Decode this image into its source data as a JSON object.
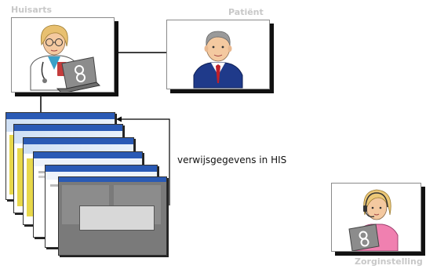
{
  "roles": {
    "gp": "Huisarts",
    "patient": "Patiënt",
    "care_provider": "Zorginstelling"
  },
  "flow": {
    "referral_label": "verwijsgegevens in HIS"
  },
  "icons": {
    "gp": "doctor-with-laptop-icon",
    "patient": "businessman-icon",
    "care_provider": "headset-operator-with-laptop-icon",
    "his": "stacked-his-screens-icon"
  },
  "colors": {
    "card_shadow": "#111111",
    "role_label": "#c8c8c8",
    "connector": "#000000"
  }
}
